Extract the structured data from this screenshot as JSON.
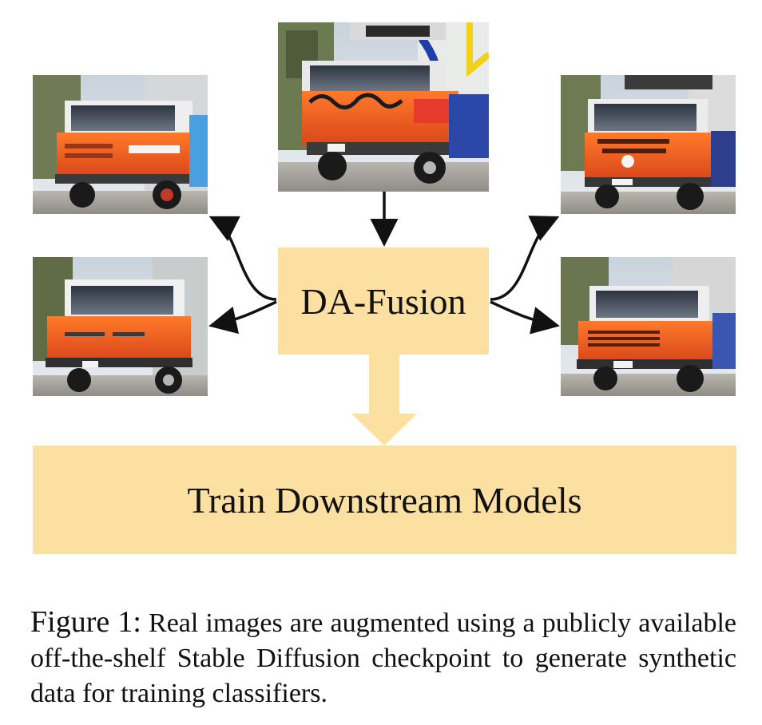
{
  "diagram": {
    "center_node": "DA-Fusion",
    "bottom_node": "Train Downstream Models",
    "colors": {
      "box_fill": "#fbe0a1",
      "arrow_fill": "#fbe0a1",
      "connector": "#111111"
    },
    "images": [
      {
        "id": "real-truck",
        "description_icon": "orange-truck-photo"
      },
      {
        "id": "synthetic-1",
        "description_icon": "orange-truck-photo"
      },
      {
        "id": "synthetic-2",
        "description_icon": "orange-truck-photo"
      },
      {
        "id": "synthetic-3",
        "description_icon": "orange-truck-photo"
      },
      {
        "id": "synthetic-4",
        "description_icon": "orange-truck-photo"
      }
    ]
  },
  "caption": {
    "label": "Figure 1:",
    "text": "Real images are augmented using a publicly available off-the-shelf Stable Diffusion checkpoint to generate synthetic data for training classifiers."
  }
}
